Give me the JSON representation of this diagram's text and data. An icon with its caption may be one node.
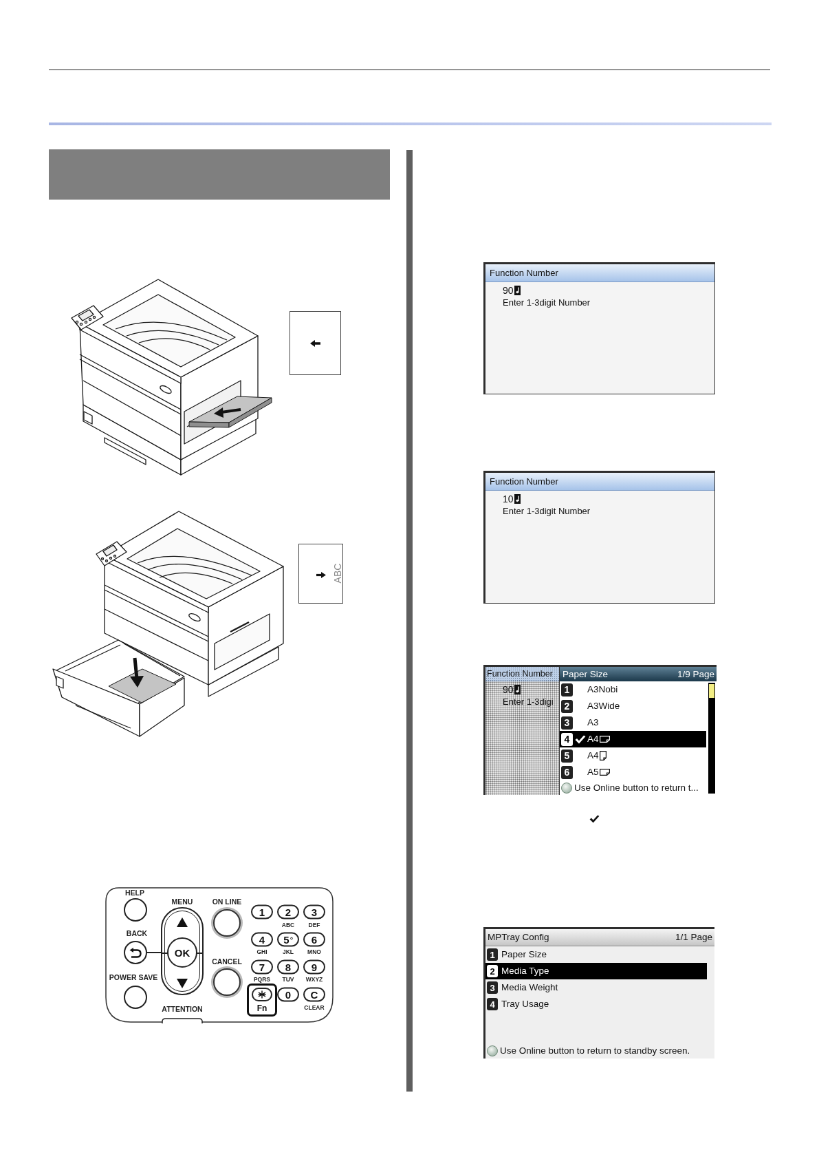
{
  "diagram": {
    "nodes": [
      {
        "text": [],
        "shape": "bar"
      },
      {
        "text": [
          "Function Number",
          "90",
          "Enter 1-3digit Number"
        ]
      },
      {
        "text": [
          "Function Number",
          "10",
          "Enter 1-3digit Number"
        ]
      },
      {
        "text": [
          "Function Number",
          "90",
          "Enter 1-3digi"
        ]
      },
      {
        "text": [
          "Paper Size",
          "1/9 Page",
          "1",
          "A3Nobi",
          "2",
          "A3Wide",
          "3",
          "A3",
          "4",
          "A4",
          "5",
          "A4",
          "6",
          "A5",
          "Use Online button to return t..."
        ],
        "in": 3
      },
      {
        "text": [
          "MPTray Config",
          "1/1 Page",
          "1",
          "Paper Size",
          "2",
          "Media Type",
          "3",
          "Media Weight",
          "4",
          "Tray Usage",
          "Use Online button to return to standby screen."
        ]
      }
    ],
    "labels": [
      "ABC",
      "HELP",
      "MENU",
      "ON LINE",
      "1",
      "2",
      "3",
      "ABC",
      "DEF",
      "BACK",
      "OK",
      "4",
      "5",
      "6",
      "GHI",
      "JKL",
      "MNO",
      "CANCEL",
      "POWER SAVE",
      "7",
      "8",
      "9",
      "PQRS",
      "TUV",
      "WXYZ",
      "0",
      "C",
      "Fn",
      "CLEAR",
      "ATTENTION"
    ]
  }
}
